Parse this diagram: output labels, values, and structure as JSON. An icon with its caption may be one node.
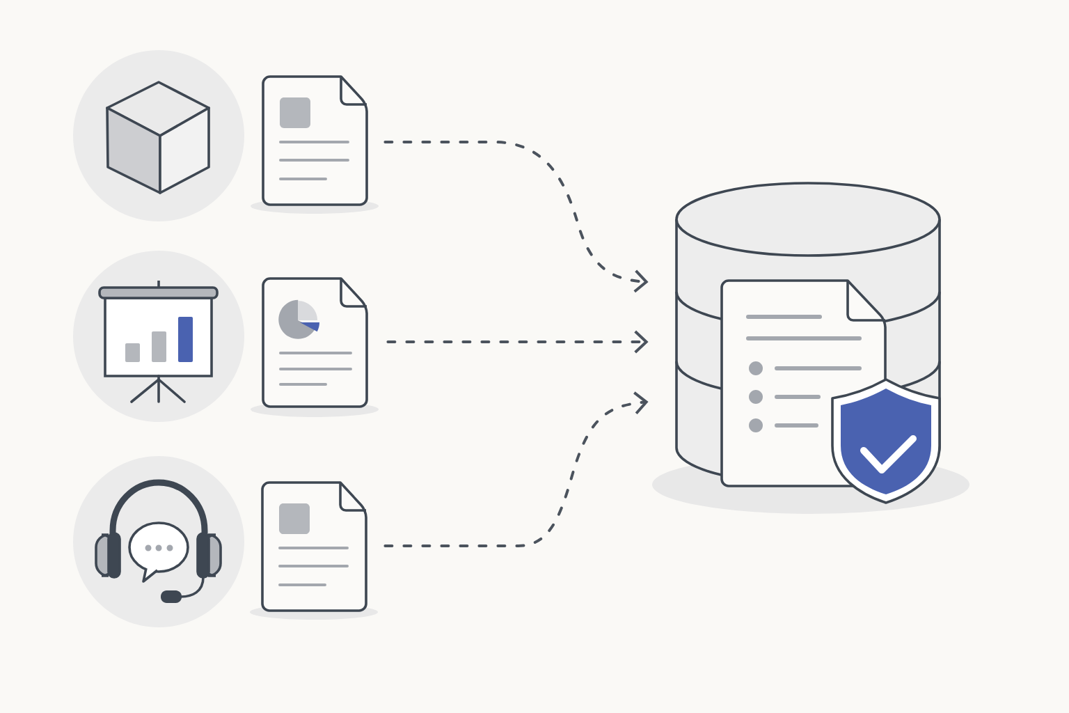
{
  "diagram": {
    "nodes": [
      {
        "text": [],
        "shape": "document"
      },
      {
        "text": [],
        "shape": "document"
      },
      {
        "text": [],
        "shape": "document"
      },
      {
        "text": [],
        "shape": "cylinder"
      }
    ],
    "edges": [
      {
        "from": 0,
        "to": 3,
        "arrow": "to",
        "style": "dashed"
      },
      {
        "from": 1,
        "to": 3,
        "arrow": "to",
        "style": "dashed"
      },
      {
        "from": 2,
        "to": 3,
        "arrow": "to",
        "style": "dashed"
      }
    ]
  }
}
